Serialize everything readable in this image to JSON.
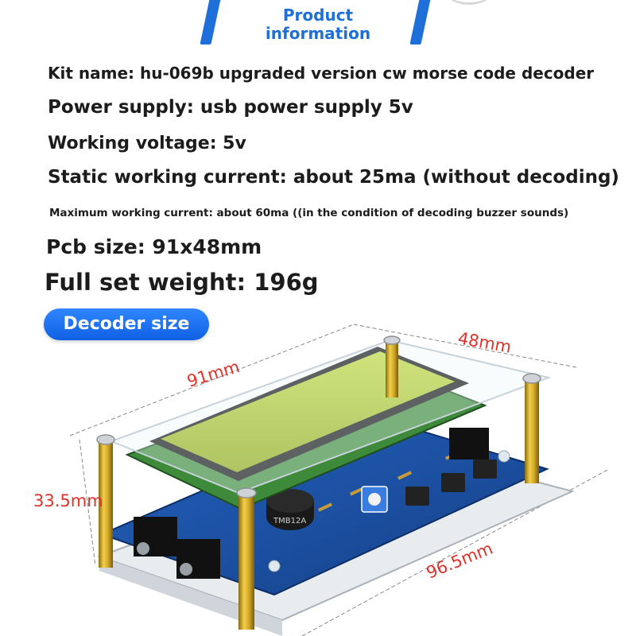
{
  "header": {
    "title_line1": "Product",
    "title_line2": "information"
  },
  "specs": {
    "kit_name": "Kit name: hu-069b upgraded version cw morse code decoder",
    "power_supply": "Power supply: usb power supply 5v",
    "working_voltage": "Working voltage: 5v",
    "static_current": "Static working current: about 25ma (without decoding)",
    "max_current": "Maximum working current: about 60ma ((in the condition of decoding buzzer sounds)",
    "pcb_size": "Pcb size: 91x48mm",
    "weight": "Full set weight: 196g"
  },
  "section_pill": "Decoder size",
  "dimensions": {
    "length": "91mm",
    "width": "48mm",
    "height": "33.5mm",
    "depth": "96.5mm"
  },
  "board_labels": {
    "buzzer": "TMB12A"
  },
  "colors": {
    "accent": "#1e6fd9",
    "dimension": "#e0322a",
    "pcb": "#1c4fa3",
    "lcd": "#a8c81e"
  }
}
